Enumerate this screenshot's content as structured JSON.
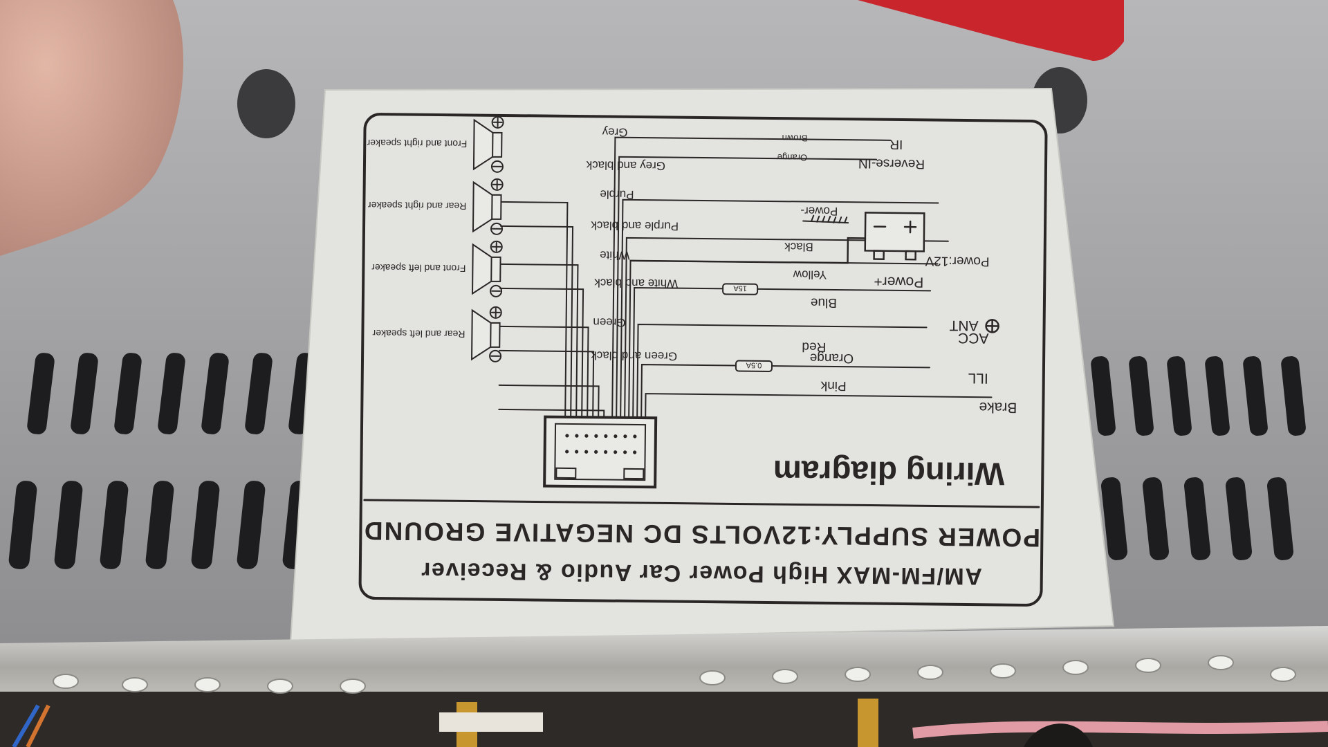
{
  "label": {
    "title": "Wiring diagram",
    "power_supply": "POWER SUPPLY:12VOLTS DC NEGATIVE GROUND",
    "product": "AM/FM-MAX High Power Car Audio & Receiver",
    "left_wires": [
      {
        "wire": "Grey",
        "speaker": "Front and right speaker",
        "polarity": "+"
      },
      {
        "wire": "Grey and black",
        "polarity": "-"
      },
      {
        "wire": "Purple",
        "speaker": "Rear and right speaker",
        "polarity": "+"
      },
      {
        "wire": "Purple and black",
        "polarity": "-"
      },
      {
        "wire": "White",
        "speaker": "Front and left speaker",
        "polarity": "+"
      },
      {
        "wire": "White and black",
        "polarity": "-"
      },
      {
        "wire": "Green",
        "speaker": "Rear and left speaker",
        "polarity": "+"
      },
      {
        "wire": "Green and black",
        "polarity": "-"
      }
    ],
    "right_wires": [
      {
        "function": "IR",
        "wire": "Brown"
      },
      {
        "function": "Reverse-IN",
        "wire": "Orange"
      },
      {
        "function": "Power-",
        "wire": ""
      },
      {
        "function": "Power:12V",
        "wire": "Black"
      },
      {
        "function": "Power+",
        "wire": "Yellow",
        "fuse": "15A"
      },
      {
        "function": "ANT",
        "wire": "Blue"
      },
      {
        "function": "ACC",
        "wire": "Red",
        "fuse": "0.5A"
      },
      {
        "function": "ILL",
        "wire": "Orange"
      },
      {
        "function": "Brake",
        "wire": "Pink"
      }
    ]
  },
  "colors": {
    "label_paper": "#e3e3e0",
    "chassis": "#a4a4a6",
    "ink": "#2a2626",
    "red_card": "#c8262c"
  }
}
